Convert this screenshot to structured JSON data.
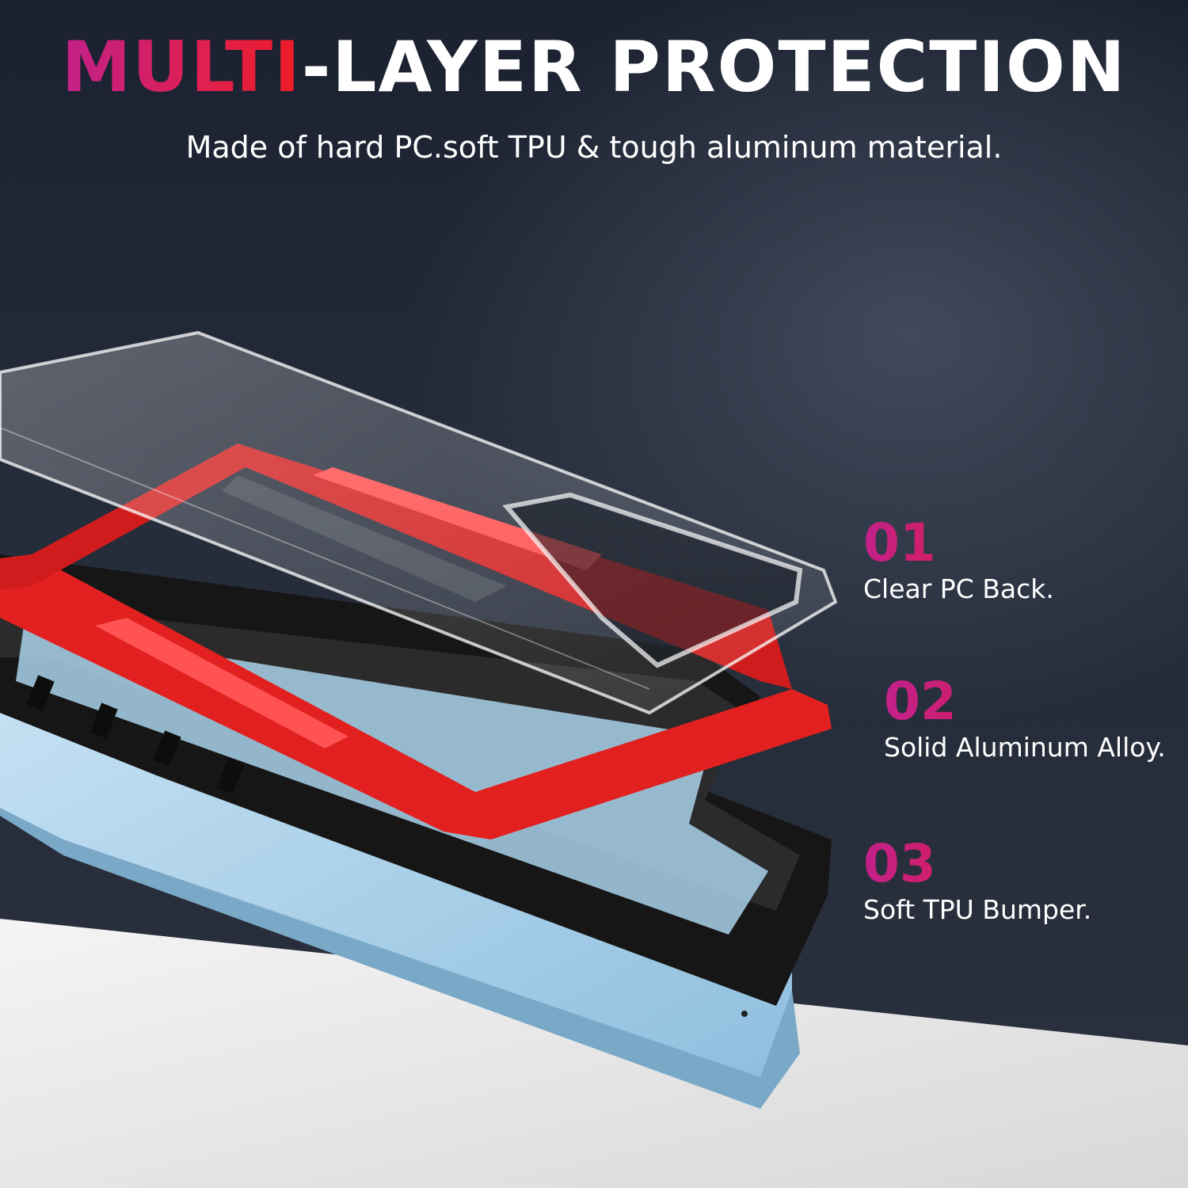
{
  "headline": {
    "accent": "MULTI",
    "rest": "-LAYER PROTECTION"
  },
  "subtitle": "Made of hard PC.soft TPU & tough aluminum material.",
  "features": [
    {
      "number": "01",
      "label": "Clear PC Back."
    },
    {
      "number": "02",
      "label": "Solid Aluminum Alloy."
    },
    {
      "number": "03",
      "label": "Soft TPU Bumper."
    }
  ],
  "colors": {
    "accent_gradient_start": "#c2208a",
    "accent_gradient_end": "#ee1c25",
    "aluminum_frame": "#e2201f",
    "tpu_bumper": "#141414",
    "phone_back": "#a9d2ec",
    "background": "#1c2230"
  }
}
